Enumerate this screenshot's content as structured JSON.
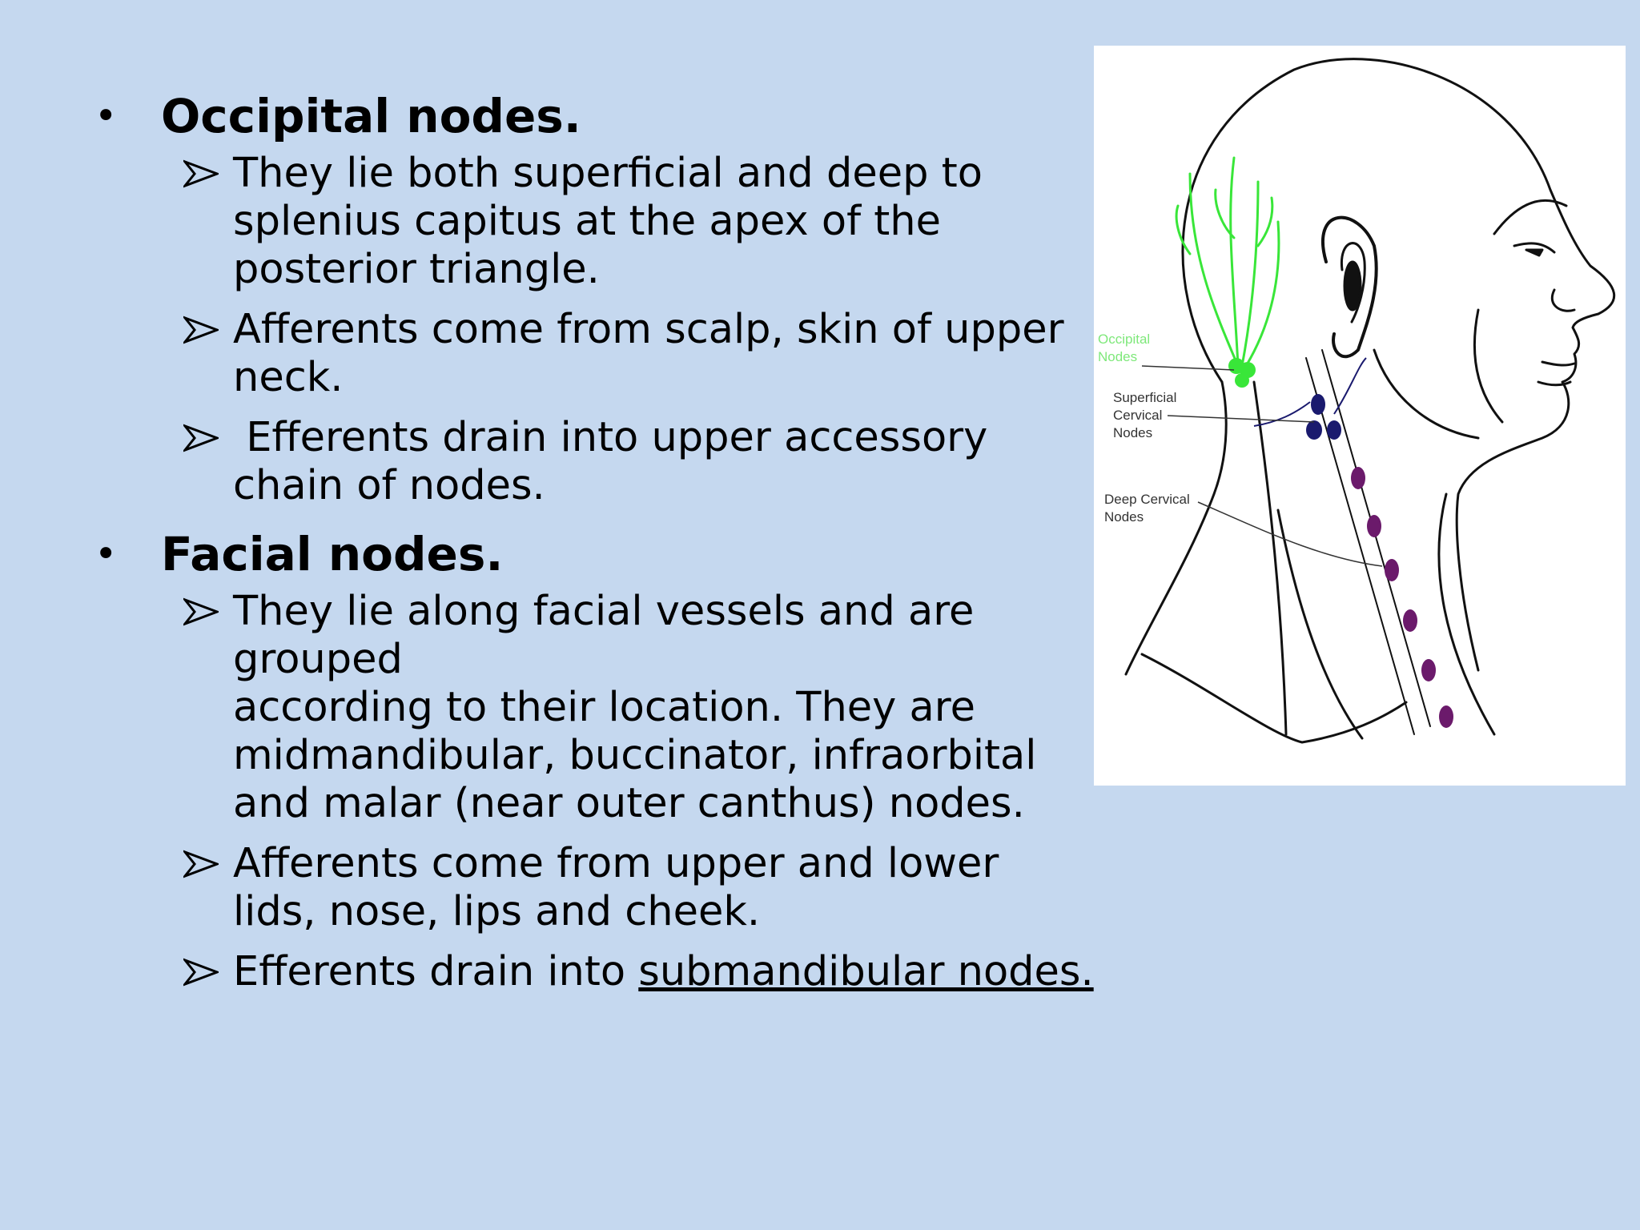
{
  "sections": [
    {
      "heading": "Occipital nodes.",
      "items": [
        {
          "lines": [
            "They lie both superficial and deep to",
            "splenius capitus at the apex of the",
            "posterior triangle."
          ]
        },
        {
          "lines": [
            "Afferents come from scalp, skin of upper",
            "neck."
          ]
        },
        {
          "lines": [
            " Efferents drain into upper accessory",
            "chain of nodes."
          ]
        }
      ]
    },
    {
      "heading": "Facial nodes.",
      "items": [
        {
          "lines": [
            "They lie along facial vessels and are",
            "grouped",
            "according to their location. They are",
            "midmandibular, buccinator, infraorbital",
            "and malar (near outer canthus) nodes."
          ]
        },
        {
          "lines": [
            "Afferents come from upper and lower",
            "lids, nose, lips and cheek."
          ]
        },
        {
          "prefix": "Efferents drain into ",
          "underlined": "submandibular nodes."
        }
      ]
    }
  ],
  "figure": {
    "labels": {
      "occipital": [
        "Occipital",
        "Nodes"
      ],
      "superficial": [
        "Superficial",
        "Cervical",
        "Nodes"
      ],
      "deep": [
        "Deep Cervical",
        "Nodes"
      ]
    },
    "colors": {
      "occipital": "#39e639",
      "superficial": "#1a1a6e",
      "deep": "#6b1a6b"
    }
  }
}
